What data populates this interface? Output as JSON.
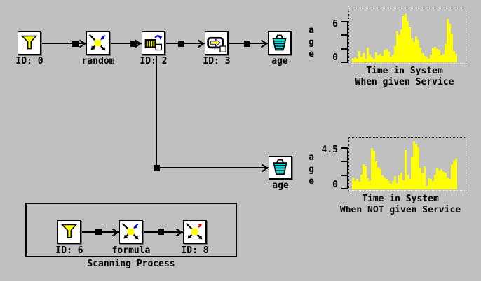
{
  "window": {
    "background": "#c0c0c0"
  },
  "palette": {
    "canvas_gray": "#c0c0c0",
    "icon_yellow": "#ffff00",
    "trash_cyan": "#00e0e0",
    "arrow_blue": "#0000dd",
    "arrow_red": "#ee0000",
    "line_black": "#000000",
    "plot_border_dark": "#000000",
    "plot_border_light": "#ffffff"
  },
  "blocks": {
    "id0": {
      "label": "ID: 0",
      "icon": "funnel-icon"
    },
    "random": {
      "label": "random",
      "icon": "random-input-icon"
    },
    "id2": {
      "label": "ID: 2",
      "icon": "queue-icon"
    },
    "id3": {
      "label": "ID: 3",
      "icon": "activity-icon"
    },
    "age1": {
      "label": "age",
      "icon": "trash-icon"
    },
    "age2": {
      "label": "age",
      "icon": "trash-icon"
    },
    "id6": {
      "label": "ID: 6",
      "icon": "funnel-icon"
    },
    "formula": {
      "label": "formula",
      "icon": "random-input-icon"
    },
    "id8": {
      "label": "ID: 8",
      "icon": "random-output-icon"
    }
  },
  "group_box": {
    "label": "Scanning Process"
  },
  "chart_data": [
    {
      "type": "bar",
      "title_line1": "Time in System",
      "title_line2": "When given Service",
      "ylabel": "age",
      "ylim": [
        0,
        6
      ],
      "ytick_labels": [
        "6",
        "0"
      ],
      "grid": false,
      "legend": "none",
      "bar_color": "#ffff00",
      "values": [
        0.4,
        0.7,
        0.5,
        1.6,
        0.8,
        1.3,
        0.5,
        2.1,
        1.1,
        0.7,
        0.4,
        1.4,
        1.0,
        1.2,
        0.9,
        1.7,
        1.9,
        1.5,
        0.8,
        1.1,
        2.3,
        4.4,
        3.9,
        4.7,
        6.6,
        6.9,
        5.9,
        5.0,
        3.4,
        2.9,
        3.7,
        3.2,
        2.1,
        1.3,
        0.9,
        0.8,
        0.5,
        1.1,
        2.0,
        2.2,
        1.9,
        1.8,
        1.0,
        1.2,
        2.6,
        6.2,
        5.5,
        4.1,
        1.6,
        1.2
      ]
    },
    {
      "type": "bar",
      "title_line1": "Time in System",
      "title_line2": "When NOT given Service",
      "ylabel": "age",
      "ylim": [
        0,
        4.5
      ],
      "ytick_labels": [
        "4.5",
        "0"
      ],
      "grid": false,
      "legend": "none",
      "bar_color": "#ffff00",
      "values": [
        1.3,
        0.9,
        1.1,
        0.8,
        1.6,
        2.7,
        2.5,
        1.2,
        0.9,
        4.4,
        4.1,
        3.0,
        2.4,
        2.2,
        1.5,
        1.3,
        1.1,
        0.9,
        0.6,
        0.9,
        1.4,
        0.7,
        1.5,
        1.8,
        1.0,
        4.2,
        1.6,
        1.1,
        3.5,
        5.2,
        4.9,
        4.5,
        2.3,
        1.7,
        2.5,
        0.4,
        1.2,
        1.1,
        0.9,
        1.6,
        2.3,
        2.0,
        2.2,
        1.9,
        1.8,
        1.3,
        1.1,
        2.7,
        3.1,
        3.3
      ]
    }
  ]
}
